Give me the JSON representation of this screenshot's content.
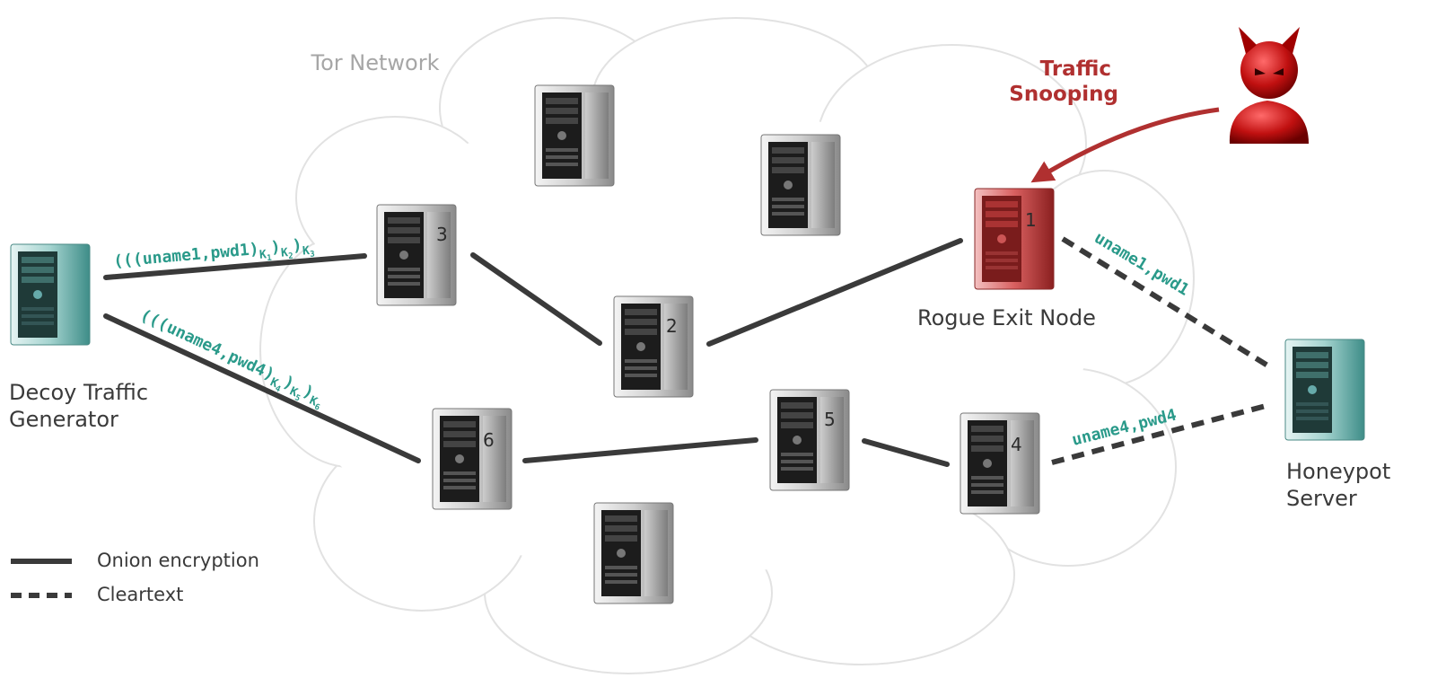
{
  "cloud_label": "Tor Network",
  "snooping_label": [
    "Traffic",
    "Snooping"
  ],
  "labels": {
    "decoy": [
      "Decoy Traffic",
      "Generator"
    ],
    "rogue": "Rogue Exit Node",
    "honeypot": [
      "Honeypot",
      "Server"
    ]
  },
  "node_numbers": {
    "n1": "1",
    "n2": "2",
    "n3": "3",
    "n4": "4",
    "n5": "5",
    "n6": "6"
  },
  "messages": {
    "m1": {
      "prefix": "(((uname1,pwd1)",
      "k1": "1",
      "k2": "2",
      "k3": "3"
    },
    "m2": {
      "prefix": "(((uname4,pwd4)",
      "k1": "4",
      "k2": "5",
      "k3": "6"
    },
    "clear1": "uname1,pwd1",
    "clear2": "uname4,pwd4"
  },
  "key_symbol": "K",
  "legend": {
    "solid": "Onion encryption",
    "dashed": "Cleartext"
  },
  "colors": {
    "accent_red": "#b03030",
    "message_teal": "#2a9a8a",
    "link": "#3a3a3a",
    "cloud_stroke": "#e2e2e2"
  }
}
